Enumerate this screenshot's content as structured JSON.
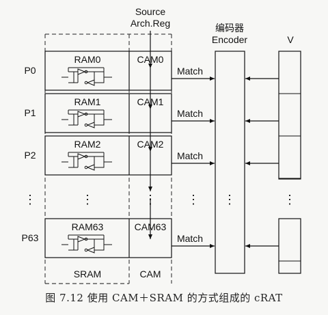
{
  "header": {
    "source_line1": "Source",
    "source_line2": "Arch.Reg",
    "encoder_line1": "编码器",
    "encoder_line2": "Encoder",
    "v_label": "V"
  },
  "rows": [
    {
      "port": "P0",
      "ram": "RAM0",
      "cam": "CAM0",
      "match": "Match"
    },
    {
      "port": "P1",
      "ram": "RAM1",
      "cam": "CAM1",
      "match": "Match"
    },
    {
      "port": "P2",
      "ram": "RAM2",
      "cam": "CAM2",
      "match": "Match"
    },
    {
      "port": "P63",
      "ram": "RAM63",
      "cam": "CAM63",
      "match": "Match"
    }
  ],
  "ellipsis": "⋮",
  "footer": {
    "sram_label": "SRAM",
    "cam_label": "CAM"
  },
  "caption": "图 7.12   使用 CAM＋SRAM 的方式组成的 cRAT"
}
